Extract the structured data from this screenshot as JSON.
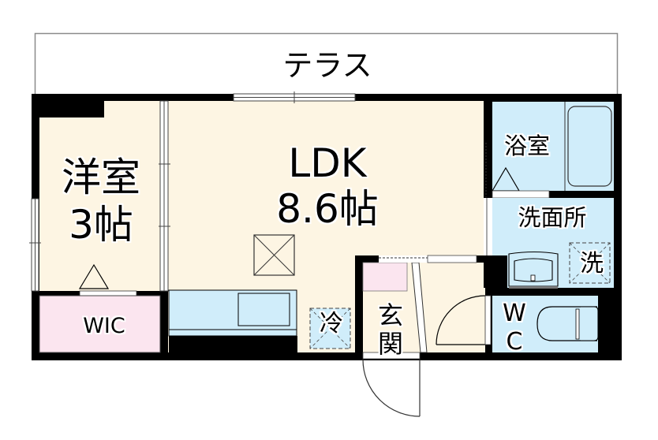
{
  "floorplan": {
    "rooms": {
      "terrace": {
        "label": "テラス"
      },
      "ldk": {
        "name": "LDK",
        "size": "8.6帖"
      },
      "western_room": {
        "name": "洋室",
        "size": "3帖"
      },
      "bathroom": {
        "label": "浴室"
      },
      "washroom": {
        "label": "洗面所"
      },
      "walk_in_closet": {
        "label": "WIC"
      },
      "entrance": {
        "label_line1": "玄",
        "label_line2": "関"
      },
      "toilet": {
        "label_line1": "W",
        "label_line2": "C"
      }
    },
    "fixtures": {
      "washing_machine": {
        "label": "洗"
      },
      "refrigerator": {
        "label": "冷"
      }
    },
    "colors": {
      "living_floor": "#fdf5e3",
      "wet_area": "#d0edfa",
      "closet": "#fbe5ef",
      "wall": "#000000",
      "terrace_border": "#808080"
    }
  }
}
